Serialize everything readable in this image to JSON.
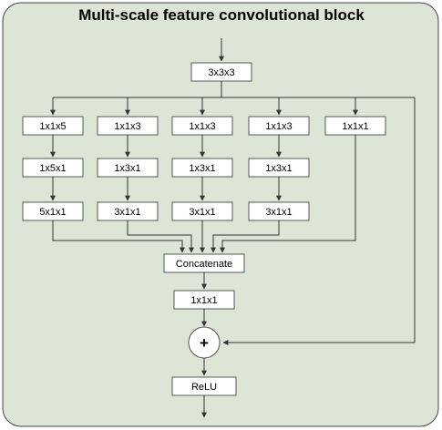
{
  "title": "Multi-scale feature convolutional block",
  "colors": {
    "panel": "#dde6d6",
    "panel_border": "#444444",
    "box_border": "#555555",
    "line": "#333333"
  },
  "nodes": {
    "input_conv": "3x3x3",
    "branch1": [
      "1x1x5",
      "1x5x1",
      "5x1x1"
    ],
    "branch2": [
      "1x1x3",
      "1x3x1",
      "3x1x1"
    ],
    "branch3": [
      "1x1x3",
      "1x3x1",
      "3x1x1"
    ],
    "branch4": [
      "1x1x3",
      "1x3x1",
      "3x1x1"
    ],
    "branch5": [
      "1x1x1"
    ],
    "concat": "Concatenate",
    "post_conv": "1x1x1",
    "add": "+",
    "relu": "ReLU"
  }
}
